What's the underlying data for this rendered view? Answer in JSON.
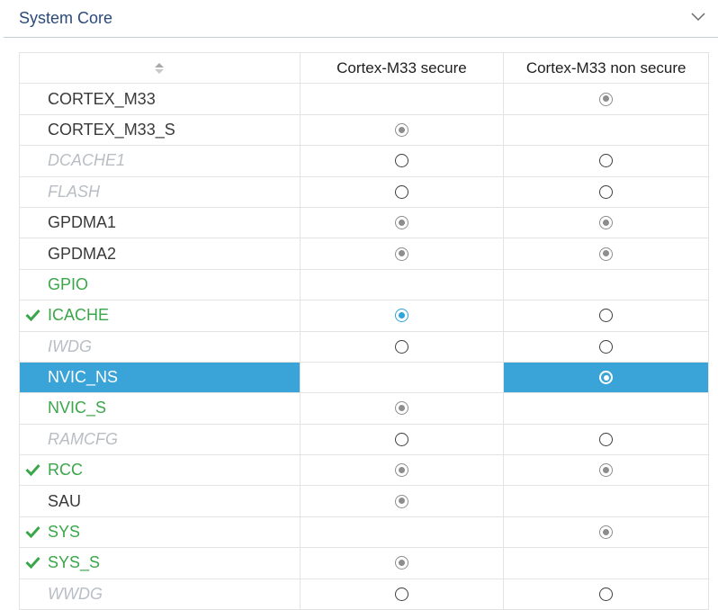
{
  "panel": {
    "title": "System Core",
    "collapse_icon": "chevron-down-icon"
  },
  "table": {
    "sort_icon": "sort-icon",
    "columns": [
      "Cortex-M33 secure",
      "Cortex-M33 non secure"
    ],
    "rows": [
      {
        "name": "CORTEX_M33",
        "style": "normal",
        "checked": false,
        "secure": "none",
        "nonsecure": "selected",
        "selected": false
      },
      {
        "name": "CORTEX_M33_S",
        "style": "normal",
        "checked": false,
        "secure": "selected",
        "nonsecure": "none",
        "selected": false
      },
      {
        "name": "DCACHE1",
        "style": "disabled",
        "checked": false,
        "secure": "empty",
        "nonsecure": "empty",
        "selected": false
      },
      {
        "name": "FLASH",
        "style": "disabled",
        "checked": false,
        "secure": "empty",
        "nonsecure": "empty",
        "selected": false
      },
      {
        "name": "GPDMA1",
        "style": "normal",
        "checked": false,
        "secure": "selected",
        "nonsecure": "selected",
        "selected": false
      },
      {
        "name": "GPDMA2",
        "style": "normal",
        "checked": false,
        "secure": "selected",
        "nonsecure": "selected",
        "selected": false
      },
      {
        "name": "GPIO",
        "style": "green",
        "checked": false,
        "secure": "none",
        "nonsecure": "none",
        "selected": false
      },
      {
        "name": "ICACHE",
        "style": "green",
        "checked": true,
        "secure": "active",
        "nonsecure": "empty",
        "selected": false
      },
      {
        "name": "IWDG",
        "style": "disabled",
        "checked": false,
        "secure": "empty",
        "nonsecure": "empty",
        "selected": false
      },
      {
        "name": "NVIC_NS",
        "style": "normal",
        "checked": false,
        "secure": "none",
        "nonsecure": "selected",
        "selected": true
      },
      {
        "name": "NVIC_S",
        "style": "green",
        "checked": false,
        "secure": "selected",
        "nonsecure": "none",
        "selected": false
      },
      {
        "name": "RAMCFG",
        "style": "disabled",
        "checked": false,
        "secure": "empty",
        "nonsecure": "empty",
        "selected": false
      },
      {
        "name": "RCC",
        "style": "green",
        "checked": true,
        "secure": "selected",
        "nonsecure": "selected",
        "selected": false
      },
      {
        "name": "SAU",
        "style": "normal",
        "checked": false,
        "secure": "selected",
        "nonsecure": "none",
        "selected": false
      },
      {
        "name": "SYS",
        "style": "green",
        "checked": true,
        "secure": "none",
        "nonsecure": "selected",
        "selected": false
      },
      {
        "name": "SYS_S",
        "style": "green",
        "checked": true,
        "secure": "selected",
        "nonsecure": "none",
        "selected": false
      },
      {
        "name": "WWDG",
        "style": "disabled",
        "checked": false,
        "secure": "empty",
        "nonsecure": "empty",
        "selected": false
      }
    ]
  },
  "colors": {
    "title": "#2b4a79",
    "enabled_green": "#3aa64a",
    "disabled_gray": "#b9bec4",
    "selection_blue": "#3aa3d8",
    "active_radio_blue": "#2ea3dc"
  }
}
